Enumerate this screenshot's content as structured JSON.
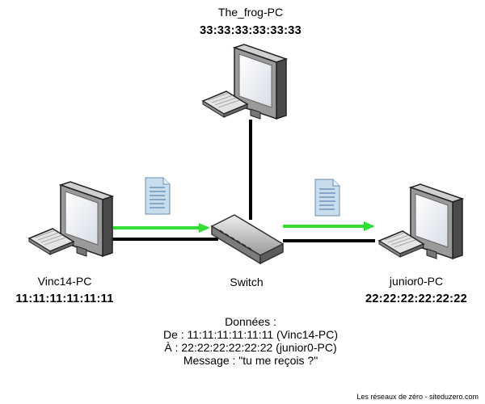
{
  "nodes": {
    "top": {
      "name": "The_frog-PC",
      "mac": "33:33:33:33:33:33"
    },
    "left": {
      "name": "Vinc14-PC",
      "mac": "11:11:11:11:11:11"
    },
    "right": {
      "name": "junior0-PC",
      "mac": "22:22:22:22:22:22"
    },
    "switch": {
      "name": "Switch"
    }
  },
  "message": {
    "title": "Données :",
    "from": "De : 11:11:11:11:11:11 (Vinc14-PC)",
    "to": "À : 22:22:22:22:22:22 (junior0-PC)",
    "body": "Message : \"tu me reçois ?\""
  },
  "credit": "Les réseaux de zéro - siteduzero.com",
  "colors": {
    "arrow": "#33dd33",
    "cable": "#000000",
    "document": "#c8dcec"
  }
}
